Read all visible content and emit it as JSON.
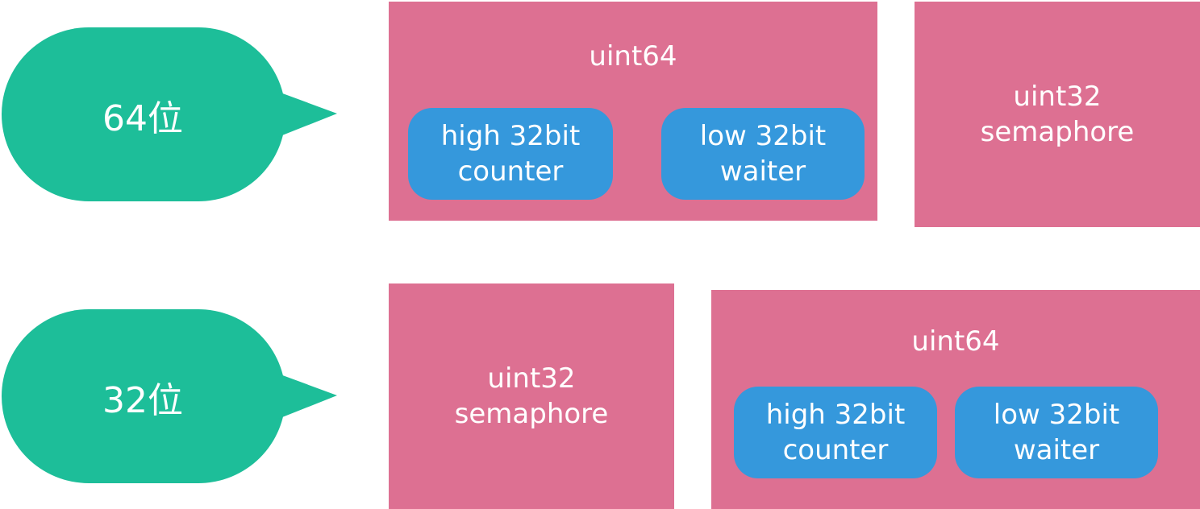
{
  "row_64": {
    "arch_label": "64位",
    "uint64_box": {
      "title": "uint64",
      "high": {
        "line1": "high 32bit",
        "line2": "counter"
      },
      "low": {
        "line1": "low 32bit",
        "line2": "waiter"
      }
    },
    "uint32_box": {
      "line1": "uint32",
      "line2": "semaphore"
    }
  },
  "row_32": {
    "arch_label": "32位",
    "uint32_box": {
      "line1": "uint32",
      "line2": "semaphore"
    },
    "uint64_box": {
      "title": "uint64",
      "high": {
        "line1": "high 32bit",
        "line2": "counter"
      },
      "low": {
        "line1": "low 32bit",
        "line2": "waiter"
      }
    }
  },
  "colors": {
    "bubble": "#1dbe99",
    "box": "#dd7092",
    "pill": "#3598dc",
    "text": "#ffffff"
  }
}
